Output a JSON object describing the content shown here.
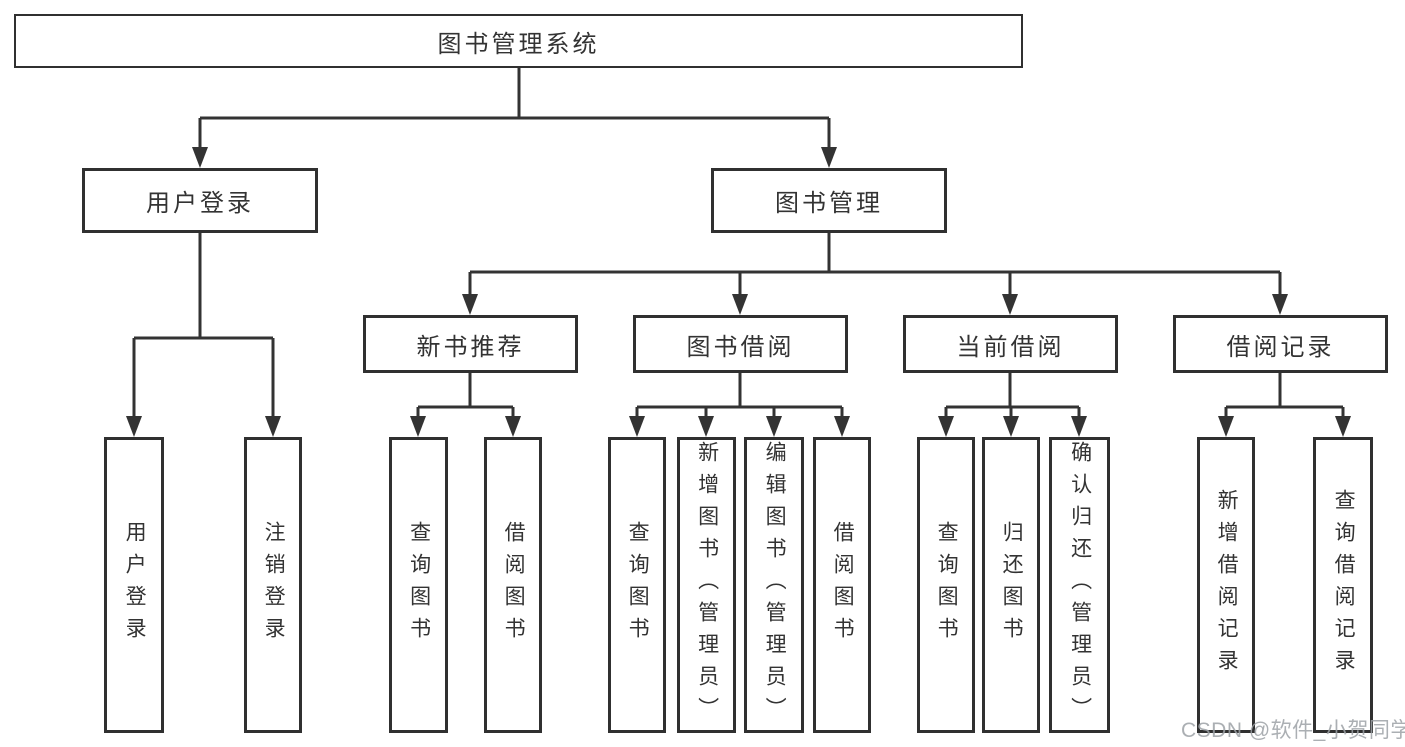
{
  "tree": {
    "label": "图书管理系统",
    "children": [
      {
        "label": "用户登录",
        "children": [
          {
            "label": "用户登录"
          },
          {
            "label": "注销登录"
          }
        ]
      },
      {
        "label": "图书管理",
        "children": [
          {
            "label": "新书推荐",
            "children": [
              {
                "label": "查询图书"
              },
              {
                "label": "借阅图书"
              }
            ]
          },
          {
            "label": "图书借阅",
            "children": [
              {
                "label": "查询图书"
              },
              {
                "label": "新增图书（管理员）"
              },
              {
                "label": "编辑图书（管理员）"
              },
              {
                "label": "借阅图书"
              }
            ]
          },
          {
            "label": "当前借阅",
            "children": [
              {
                "label": "查询图书"
              },
              {
                "label": "归还图书"
              },
              {
                "label": "确认归还（管理员）"
              }
            ]
          },
          {
            "label": "借阅记录",
            "children": [
              {
                "label": "新增借阅记录"
              },
              {
                "label": "查询借阅记录"
              }
            ]
          }
        ]
      }
    ]
  },
  "watermark": {
    "text": "CSDN @软件_小贺同学"
  },
  "colors": {
    "line": "#333333",
    "box_border": "#303030",
    "box_bg": "#ffffff",
    "watermark": "#9ca1a6"
  }
}
